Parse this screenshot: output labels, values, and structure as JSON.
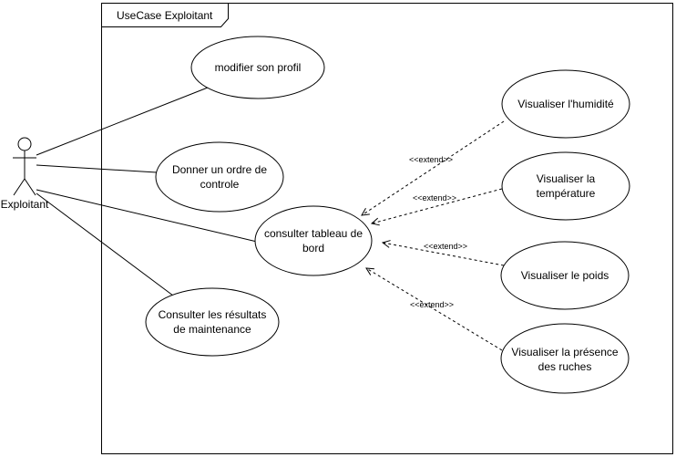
{
  "frame": {
    "title": "UseCase Exploitant"
  },
  "actor": {
    "name": "Exploitant"
  },
  "use_cases": {
    "modifier_profil": [
      "modifier son profil"
    ],
    "ordre_controle": [
      "Donner un ordre de",
      "controle"
    ],
    "tableau_bord": [
      "consulter tableau de",
      "bord"
    ],
    "resultats_maintenance": [
      "Consulter les résultats",
      "de maintenance"
    ],
    "humidite": [
      "Visualiser l'humidité"
    ],
    "temperature": [
      "Visualiser la",
      "température"
    ],
    "poids": [
      "Visualiser le poids"
    ],
    "presence_ruches": [
      "Visualiser la présence",
      "des ruches"
    ]
  },
  "relations": {
    "extend_label": "<<extend>>"
  }
}
